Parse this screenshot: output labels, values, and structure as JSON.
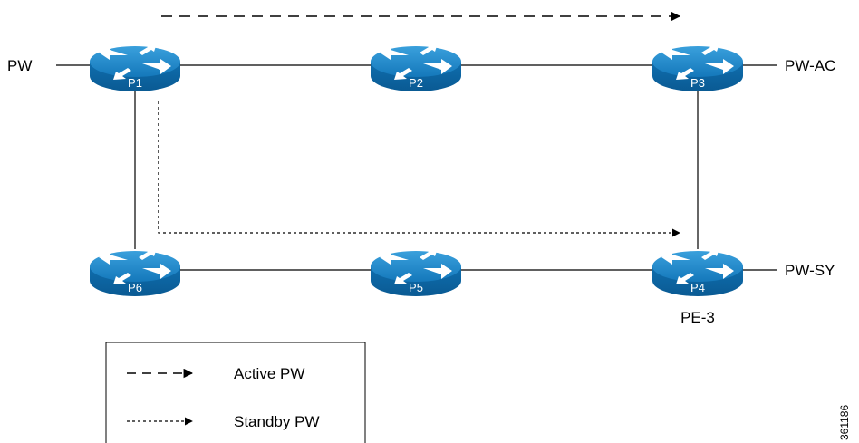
{
  "routers": [
    {
      "id": "P1",
      "label": "P1"
    },
    {
      "id": "P2",
      "label": "P2"
    },
    {
      "id": "P3",
      "label": "P3"
    },
    {
      "id": "P4",
      "label": "P4"
    },
    {
      "id": "P5",
      "label": "P5"
    },
    {
      "id": "P6",
      "label": "P6"
    }
  ],
  "endpoints": {
    "pw": "PW",
    "pw_ac": "PW-AC",
    "pw_sy": "PW-SY",
    "pe3": "PE-3"
  },
  "links": [
    [
      "P1",
      "P2"
    ],
    [
      "P2",
      "P3"
    ],
    [
      "P1",
      "P6"
    ],
    [
      "P3",
      "P4"
    ],
    [
      "P6",
      "P5"
    ],
    [
      "P5",
      "P4"
    ]
  ],
  "paths": [
    {
      "type": "active",
      "from": "P1",
      "to": "P3"
    },
    {
      "type": "standby",
      "from": "P1",
      "via": "P6",
      "to": "P4"
    }
  ],
  "legend": {
    "active": "Active PW",
    "standby": "Standby PW"
  },
  "figure_id": "361186",
  "colors": {
    "router_top": "#1a86c8",
    "router_body": "#0d6fb0",
    "router_arrows": "#ffffff",
    "line": "#000000"
  }
}
